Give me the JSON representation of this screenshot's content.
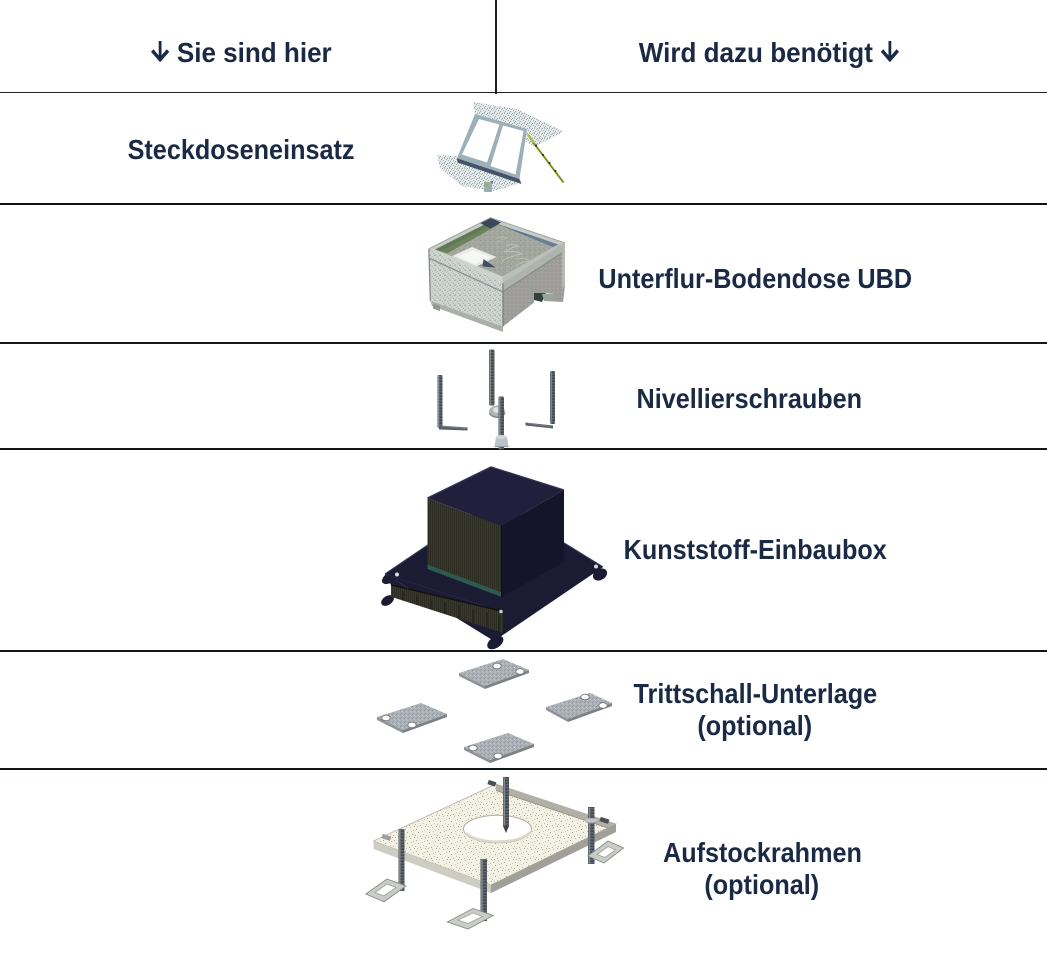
{
  "colors": {
    "background": "#ffffff",
    "text": "#1b2a44",
    "separator_line": "#15151f"
  },
  "header": {
    "left": {
      "icon": "down-arrow",
      "label": "Sie sind hier"
    },
    "right": {
      "label": "Wird dazu benötigt",
      "icon": "down-arrow"
    }
  },
  "rows": [
    {
      "name": "steckdoseneinsatz",
      "side": "left",
      "label": "Steckdoseneinsatz",
      "image": "socket-insert"
    },
    {
      "name": "unterflur-bodendose",
      "side": "right",
      "label": "Unterflur-Bodendose UBD",
      "image": "underfloor-box"
    },
    {
      "name": "nivellierschrauben",
      "side": "right",
      "label": "Nivellierschrauben",
      "image": "levelling-screws"
    },
    {
      "name": "kunststoff-einbaubox",
      "side": "right",
      "label": "Kunststoff-Einbaubox",
      "image": "plastic-mounting-box"
    },
    {
      "name": "trittschall-unterlage",
      "side": "right",
      "label": "Trittschall-Unterlage",
      "label_line2": "(optional)",
      "image": "impact-sound-pads"
    },
    {
      "name": "aufstockrahmen",
      "side": "right",
      "label": "Aufstockrahmen",
      "label_line2": "(optional)",
      "image": "raising-frame"
    }
  ]
}
